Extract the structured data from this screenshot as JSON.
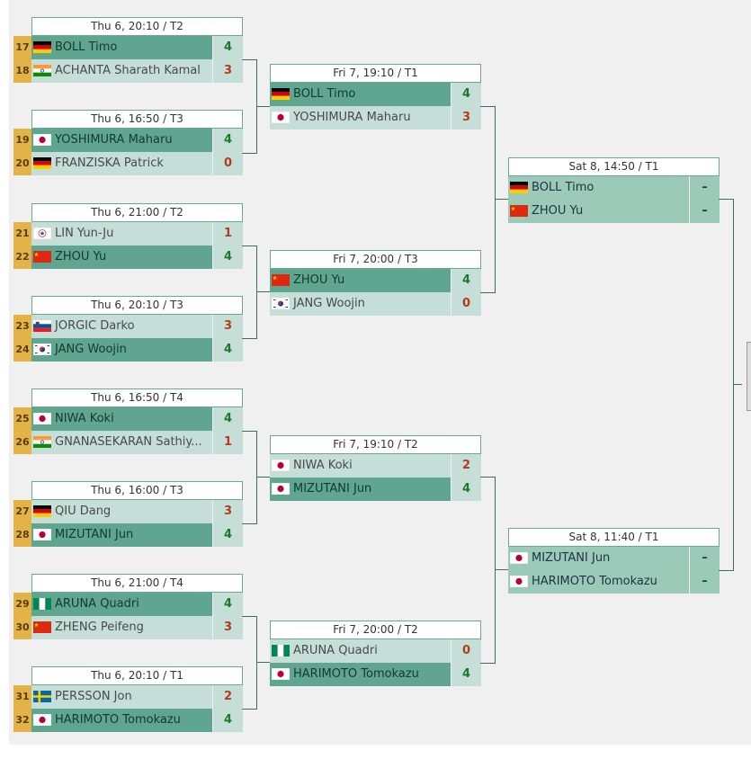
{
  "r1": [
    {
      "head": "Thu 6, 20:10 / T2",
      "rows": [
        {
          "seed": "17",
          "flag": "ger",
          "name": "BOLL Timo",
          "score": "4",
          "state": "win"
        },
        {
          "seed": "18",
          "flag": "ind",
          "name": "ACHANTA Sharath Kamal",
          "score": "3",
          "state": "lose"
        }
      ]
    },
    {
      "head": "Thu 6, 16:50 / T3",
      "rows": [
        {
          "seed": "19",
          "flag": "jpn",
          "name": "YOSHIMURA Maharu",
          "score": "4",
          "state": "win"
        },
        {
          "seed": "20",
          "flag": "ger",
          "name": "FRANZISKA Patrick",
          "score": "0",
          "state": "lose"
        }
      ]
    },
    {
      "head": "Thu 6, 21:00 / T2",
      "rows": [
        {
          "seed": "21",
          "flag": "tpe",
          "name": "LIN Yun-Ju",
          "score": "1",
          "state": "lose"
        },
        {
          "seed": "22",
          "flag": "chn",
          "name": "ZHOU Yu",
          "score": "4",
          "state": "win"
        }
      ]
    },
    {
      "head": "Thu 6, 20:10 / T3",
      "rows": [
        {
          "seed": "23",
          "flag": "slo",
          "name": "JORGIC Darko",
          "score": "3",
          "state": "lose"
        },
        {
          "seed": "24",
          "flag": "kor",
          "name": "JANG Woojin",
          "score": "4",
          "state": "win"
        }
      ]
    },
    {
      "head": "Thu 6, 16:50 / T4",
      "rows": [
        {
          "seed": "25",
          "flag": "jpn",
          "name": "NIWA Koki",
          "score": "4",
          "state": "win"
        },
        {
          "seed": "26",
          "flag": "ind",
          "name": "GNANASEKARAN Sathiy...",
          "score": "1",
          "state": "lose"
        }
      ]
    },
    {
      "head": "Thu 6, 16:00 / T3",
      "rows": [
        {
          "seed": "27",
          "flag": "ger",
          "name": "QIU Dang",
          "score": "3",
          "state": "lose"
        },
        {
          "seed": "28",
          "flag": "jpn",
          "name": "MIZUTANI Jun",
          "score": "4",
          "state": "win"
        }
      ]
    },
    {
      "head": "Thu 6, 21:00 / T4",
      "rows": [
        {
          "seed": "29",
          "flag": "ngr",
          "name": "ARUNA Quadri",
          "score": "4",
          "state": "win"
        },
        {
          "seed": "30",
          "flag": "chn",
          "name": "ZHENG Peifeng",
          "score": "3",
          "state": "lose"
        }
      ]
    },
    {
      "head": "Thu 6, 20:10 / T1",
      "rows": [
        {
          "seed": "31",
          "flag": "swe",
          "name": "PERSSON Jon",
          "score": "2",
          "state": "lose"
        },
        {
          "seed": "32",
          "flag": "jpn",
          "name": "HARIMOTO Tomokazu",
          "score": "4",
          "state": "win"
        }
      ]
    }
  ],
  "r2": [
    {
      "head": "Fri 7, 19:10 / T1",
      "rows": [
        {
          "flag": "ger",
          "name": "BOLL Timo",
          "score": "4",
          "state": "win"
        },
        {
          "flag": "jpn",
          "name": "YOSHIMURA Maharu",
          "score": "3",
          "state": "lose"
        }
      ]
    },
    {
      "head": "Fri 7, 20:00 / T3",
      "rows": [
        {
          "flag": "chn",
          "name": "ZHOU Yu",
          "score": "4",
          "state": "win"
        },
        {
          "flag": "kor",
          "name": "JANG Woojin",
          "score": "0",
          "state": "lose"
        }
      ]
    },
    {
      "head": "Fri 7, 19:10 / T2",
      "rows": [
        {
          "flag": "jpn",
          "name": "NIWA Koki",
          "score": "2",
          "state": "lose"
        },
        {
          "flag": "jpn",
          "name": "MIZUTANI Jun",
          "score": "4",
          "state": "win"
        }
      ]
    },
    {
      "head": "Fri 7, 20:00 / T2",
      "rows": [
        {
          "flag": "ngr",
          "name": "ARUNA Quadri",
          "score": "0",
          "state": "lose"
        },
        {
          "flag": "jpn",
          "name": "HARIMOTO Tomokazu",
          "score": "4",
          "state": "win"
        }
      ]
    }
  ],
  "r3": [
    {
      "head": "Sat 8, 14:50 / T1",
      "rows": [
        {
          "flag": "ger",
          "name": "BOLL Timo",
          "score": "–",
          "state": "pend"
        },
        {
          "flag": "chn",
          "name": "ZHOU Yu",
          "score": "–",
          "state": "pend"
        }
      ]
    },
    {
      "head": "Sat 8, 11:40 / T1",
      "rows": [
        {
          "flag": "jpn",
          "name": "MIZUTANI Jun",
          "score": "–",
          "state": "pend"
        },
        {
          "flag": "jpn",
          "name": "HARIMOTO Tomokazu",
          "score": "–",
          "state": "pend"
        }
      ]
    }
  ],
  "colors": {
    "win": "#5fa58f",
    "pale": "#c5ded7",
    "seed": "#e3b347",
    "line": "#3f6e5e",
    "win_score": "#1a7a2a",
    "lose_score": "#b33a1a"
  }
}
